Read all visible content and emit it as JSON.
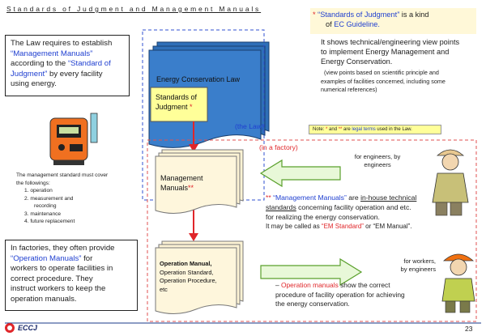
{
  "title": "Standards of Judgment and Management Manuals",
  "left_box1": {
    "l1": "The Law requires to establish",
    "l2": "“Management Manuals”",
    "l3a": "according to the ",
    "l3b": "“Standard of",
    "l4a": "Judgment”",
    "l4b": " by every facility",
    "l5": "using energy."
  },
  "left_list": {
    "intro1": "The management standard must cover",
    "intro2": "the followings:",
    "items": [
      "1. operation",
      "2. measurement and",
      "recording",
      "3. maintenance",
      "4. future replacement"
    ]
  },
  "left_box2": {
    "l1": "In factories, they often provide",
    "l2a": "“Operation Manuals”",
    "l2b": " for",
    "l3": "workers to operate facilities in",
    "l4": "correct procedure. They",
    "l5": "instruct workers to keep the",
    "l6": "operation manuals."
  },
  "diagram": {
    "law_label": "Energy Conservation Law",
    "soj_l1": "Standards of",
    "soj_l2": "Judgment",
    "soj_mark": "*",
    "the_law": "(the Law)",
    "factory": "(in a factory)",
    "mgmt_l1": "Management",
    "mgmt_l2": "Manuals",
    "mgmt_mark": "**",
    "op_l1": "Operation Manual,",
    "op_l2": "Operation Standard,",
    "op_l3": "Operation Procedure,",
    "op_l4": "etc"
  },
  "right": {
    "def_star": "*",
    "def_q": " “Standards of Judgment”",
    "def_rest": " is a kind",
    "def_of": "of ",
    "def_ec": "EC Guideline.",
    "shows1": "It shows technical/engineering view points",
    "shows2": "to implement Energy Management and",
    "shows3": "Energy Conservation.",
    "vp1": "(view points based on scientific principle and",
    "vp2": "examples of facilities concerned, including some",
    "vp3": "numerical references)",
    "note_a": "Note: ",
    "note_b": "*",
    "note_c": " and ",
    "note_d": "**",
    "note_e": " are ",
    "note_f": "legal terms",
    "note_g": " used in the Law.",
    "eng1": "for engineers, by",
    "eng2": "engineers",
    "mm_stars": "**",
    "mm_q": " “Management Manuals”",
    "mm_are": " are ",
    "mm_u1": "in-house technical",
    "mm_u2": "standards",
    "mm_r1": " concerning facility operation and etc.",
    "mm_r2": "for realizing the energy conservation.",
    "mm_r3a": "It may be called as ",
    "mm_r3b": "“EM Standard”",
    "mm_r3c": " or “EM Manual”.",
    "wk1": "for workers,",
    "wk2": "by engineers",
    "om_dash": "– ",
    "om_a": "Operation manuals",
    "om_b": " show the correct",
    "om_2": "procedure of facility operation for achieving",
    "om_3": "the energy conservation."
  },
  "footer": {
    "logo": "ECCJ",
    "page": "23"
  }
}
